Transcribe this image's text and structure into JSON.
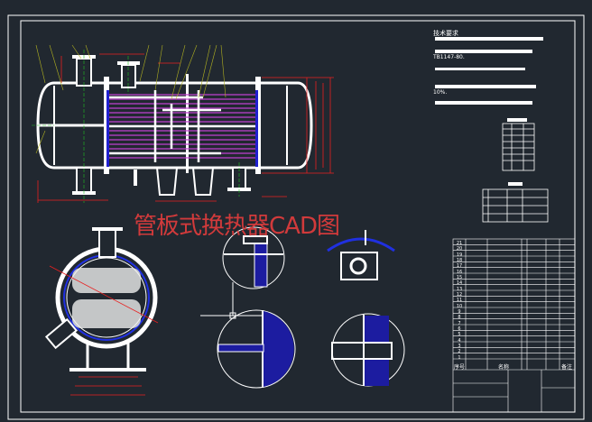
{
  "drawing": {
    "title": "管板式换热器CAD图",
    "colors": {
      "background": "#212830",
      "outline": "#ffffff",
      "dimension": "#e82020",
      "tube_bundle": "#c040d0",
      "centerline": "#20c020",
      "hatch": "#1c1ca0",
      "leader": "#b0b020"
    }
  },
  "technical_requirements": {
    "heading": "技术要求",
    "lines": [
      "TB1147-80.",
      "10%."
    ]
  },
  "parts_list": {
    "item_numbers": [
      "21",
      "20",
      "19",
      "18",
      "17",
      "16",
      "15",
      "14",
      "13",
      "12",
      "11",
      "10",
      "9",
      "8",
      "7",
      "6",
      "5",
      "4",
      "3",
      "2",
      "1"
    ],
    "headers": {
      "number": "序号",
      "name": "名称",
      "remark": "备注"
    }
  }
}
